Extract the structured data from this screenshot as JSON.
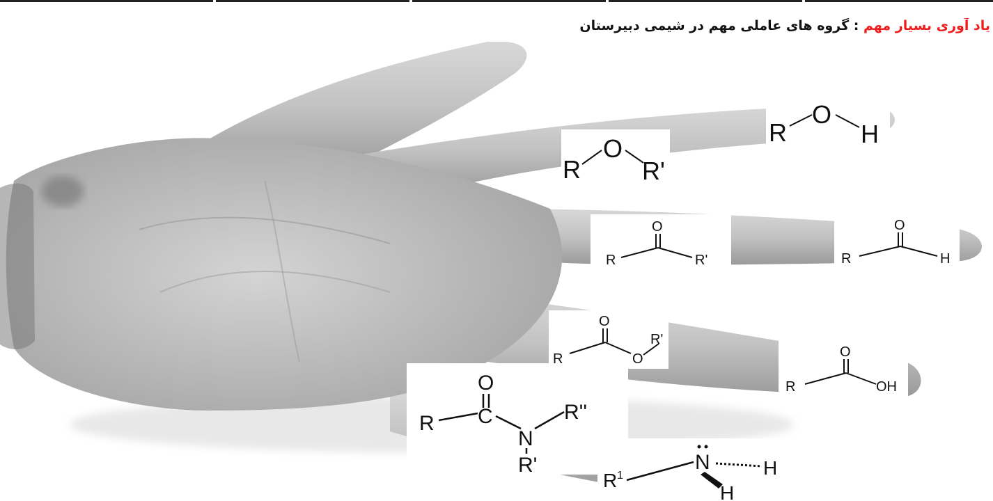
{
  "title": {
    "highlight": "یاد آوری بسیار مهم",
    "separator": " : ",
    "main": "گروه های عاملی مهم در شیمی دبیرستان"
  },
  "colors": {
    "highlight": "#ee1c1c",
    "text": "#111111"
  },
  "formulas": {
    "alcohol": {
      "r": "R",
      "o": "O",
      "h": "H"
    },
    "ether": {
      "r": "R",
      "o": "O",
      "r2": "R'"
    },
    "ketone": {
      "o": "O",
      "r": "R",
      "r2": "R'"
    },
    "aldehyde": {
      "o": "O",
      "r": "R",
      "h": "H"
    },
    "ester": {
      "o1": "O",
      "r": "R",
      "o2": "O",
      "r2": "R'"
    },
    "acid": {
      "o": "O",
      "r": "R",
      "oh": "OH"
    },
    "amide": {
      "o": "O",
      "r": "R",
      "c": "C",
      "n": "N",
      "r3": "R''",
      "r2": "R'"
    },
    "amine": {
      "n": "N",
      "r": "R",
      "sup": "1",
      "h1": "H",
      "h2": "H"
    }
  }
}
